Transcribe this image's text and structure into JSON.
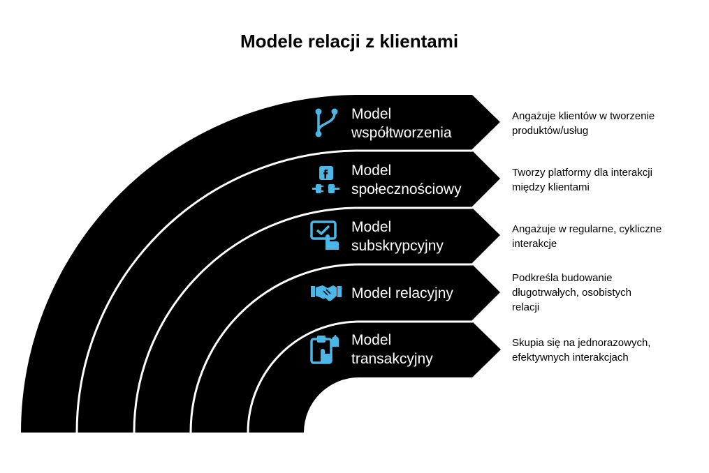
{
  "title": "Modele relacji z klientami",
  "colors": {
    "band": "#000000",
    "separator": "#ffffff",
    "icon": "#4cb7e6",
    "text_on_band": "#ffffff",
    "description": "#000000"
  },
  "models": [
    {
      "name_lines": [
        "Model",
        "współtworzenia"
      ],
      "icon": "branch-merge-icon",
      "desc_lines": [
        "Angażuje klientów w tworzenie",
        "produktów/usług"
      ]
    },
    {
      "name_lines": [
        "Model",
        "społecznościowy"
      ],
      "icon": "social-plug-icon",
      "desc_lines": [
        "Tworzy platformy dla interakcji",
        "między klientami"
      ]
    },
    {
      "name_lines": [
        "Model",
        "subskrypcyjny"
      ],
      "icon": "subscription-screen-icon",
      "desc_lines": [
        "Angażuje w regularne, cykliczne",
        "interakcje"
      ]
    },
    {
      "name_lines": [
        "Model relacyjny"
      ],
      "icon": "handshake-icon",
      "desc_lines": [
        "Podkreśla budowanie",
        "długotrwałych, osobistych",
        "relacji"
      ]
    },
    {
      "name_lines": [
        "Model",
        "transakcyjny"
      ],
      "icon": "transaction-tap-icon",
      "desc_lines": [
        "Skupia się na jednorazowych,",
        "efektywnych interakcjach"
      ]
    }
  ]
}
